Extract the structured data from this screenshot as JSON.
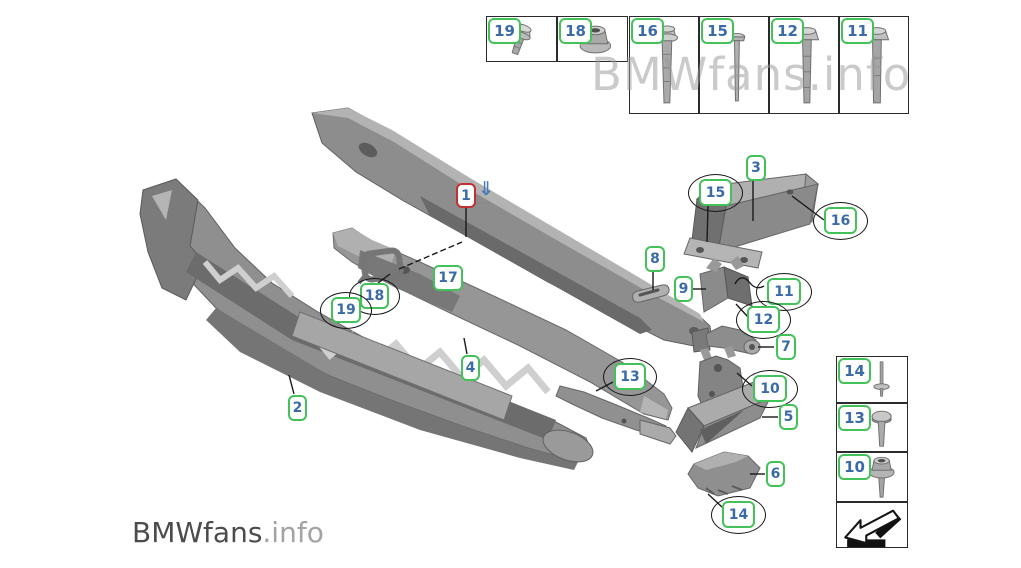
{
  "branding": {
    "watermark": "BMWfans.info",
    "logo_main": "BMWfans",
    "logo_suffix": ".info"
  },
  "colors": {
    "tag_green_border": "#43c25a",
    "tag_red_border": "#c23131",
    "tag_number_blue": "#3a6ba6",
    "part_gray": "#8f8f8f",
    "line_black": "#1a1a1a",
    "watermark_gray": "#9a9a9a"
  },
  "top_strip": {
    "items": [
      {
        "label": "19",
        "fastener": "short-hex-flange-screw"
      },
      {
        "label": "18",
        "fastener": "hex-flange-nut"
      },
      {
        "label": "16",
        "fastener": "long-washer-head-bolt"
      },
      {
        "label": "15",
        "fastener": "long-thin-pan-head-bolt"
      },
      {
        "label": "12",
        "fastener": "long-hex-flange-bolt"
      },
      {
        "label": "11",
        "fastener": "long-hex-flange-bolt"
      }
    ]
  },
  "side_strip": {
    "items": [
      {
        "label": "14",
        "fastener": "weld-stud-pin"
      },
      {
        "label": "13",
        "fastener": "round-head-bolt"
      },
      {
        "label": "10",
        "fastener": "flange-nut-with-stud"
      }
    ],
    "arrow_icon": "installation-direction-arrow"
  },
  "callouts": [
    {
      "label": "1",
      "style": "red",
      "circled": false
    },
    {
      "label": "17",
      "style": "green",
      "circled": false
    },
    {
      "label": "18",
      "style": "green",
      "circled": true
    },
    {
      "label": "19",
      "style": "green",
      "circled": true
    },
    {
      "label": "2",
      "style": "green",
      "circled": false
    },
    {
      "label": "4",
      "style": "green",
      "circled": false
    },
    {
      "label": "13",
      "style": "green",
      "circled": true
    },
    {
      "label": "3",
      "style": "green",
      "circled": false
    },
    {
      "label": "15",
      "style": "green",
      "circled": true
    },
    {
      "label": "16",
      "style": "green",
      "circled": true
    },
    {
      "label": "8",
      "style": "green",
      "circled": false
    },
    {
      "label": "9",
      "style": "green",
      "circled": false
    },
    {
      "label": "11",
      "style": "green",
      "circled": true
    },
    {
      "label": "12",
      "style": "green",
      "circled": true
    },
    {
      "label": "7",
      "style": "green",
      "circled": false
    },
    {
      "label": "10",
      "style": "green",
      "circled": true
    },
    {
      "label": "5",
      "style": "green",
      "circled": false
    },
    {
      "label": "6",
      "style": "green",
      "circled": false
    },
    {
      "label": "14",
      "style": "green",
      "circled": true
    }
  ],
  "special": {
    "down_arrow_glyph": "⇓",
    "dash_text": "---"
  }
}
